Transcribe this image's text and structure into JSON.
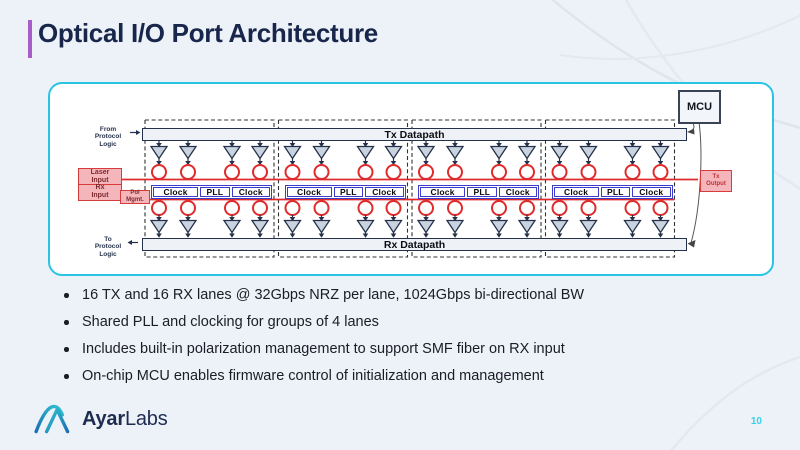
{
  "slide": {
    "title": "Optical I/O Port Architecture",
    "page_number": "10",
    "accent_color": "#a85cc8",
    "panel_border_color": "#2ac4e4"
  },
  "logo": {
    "brand_bold": "Ayar",
    "brand_regular": "Labs"
  },
  "bullets": [
    "16 TX and 16 RX lanes @ 32Gbps NRZ per lane, 1024Gbps bi-directional BW",
    "Shared PLL and clocking for groups of 4 lanes",
    "Includes built-in polarization management to support SMF fiber on RX input",
    "On-chip MCU enables firmware control of initialization and management"
  ],
  "diagram": {
    "tx_datapath_label": "Tx Datapath",
    "rx_datapath_label": "Rx Datapath",
    "mcu_label": "MCU",
    "from_protocol_label": "From\nProtocol\nLogic",
    "to_protocol_label": "To\nProtocol\nLogic",
    "laser_input_label": "Laser\nInput",
    "rx_input_label": "Rx\nInput",
    "pol_mgmt_label": "Pol\nMgmt.",
    "tx_output_label": "Tx\nOutput",
    "lane_groups": [
      {
        "cells": [
          "Clock",
          "PLL",
          "Clock"
        ],
        "lanes": 4
      },
      {
        "cells": [
          "Clock",
          "PLL",
          "Clock"
        ],
        "lanes": 4
      },
      {
        "cells": [
          "Clock",
          "PLL",
          "Clock"
        ],
        "lanes": 4
      },
      {
        "cells": [
          "Clock",
          "PLL",
          "Clock"
        ],
        "lanes": 4
      }
    ],
    "colors": {
      "waveguide_red": "#df2b2b",
      "ring_red": "#df2b2b",
      "clock_border_blue": "#3c3ccc",
      "io_box_pink": "#f4b6ba",
      "line_dark": "#25314a"
    }
  }
}
